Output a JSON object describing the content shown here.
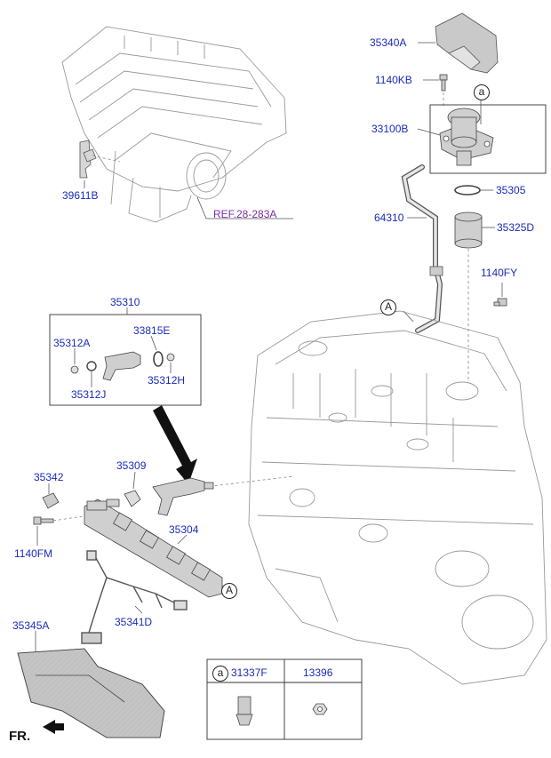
{
  "labels": {
    "p35340A": "35340A",
    "p1140KB": "1140KB",
    "p33100B": "33100B",
    "p35305": "35305",
    "p64310": "64310",
    "p35325D": "35325D",
    "p1140FY": "1140FY",
    "p39611B": "39611B",
    "ref": "REF.28-283A",
    "p35310": "35310",
    "p35312A": "35312A",
    "p33815E": "33815E",
    "p35312J": "35312J",
    "p35312H": "35312H",
    "p35342": "35342",
    "p35309": "35309",
    "p35304": "35304",
    "p1140FM": "1140FM",
    "p35341D": "35341D",
    "p35345A": "35345A",
    "fr": "FR.",
    "p31337F": "31337F",
    "p13396": "13396"
  },
  "callouts": {
    "a_top": "a",
    "A_hose": "A",
    "A_rail": "A",
    "a_table": "a"
  },
  "colors": {
    "label": "#1a2bb8",
    "ref": "#7a2fa0",
    "line": "#555555",
    "part_fill": "#cfcfcf"
  }
}
